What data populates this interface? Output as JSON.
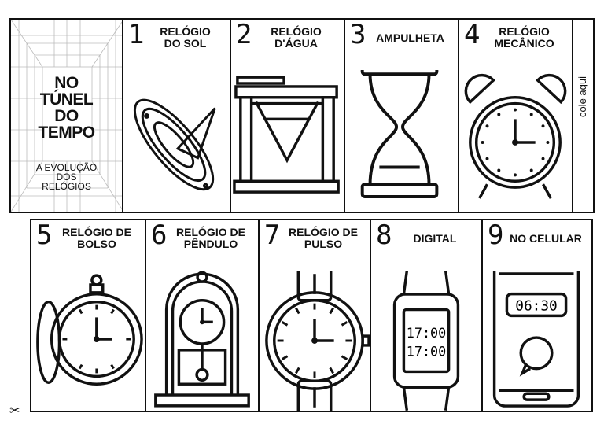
{
  "cover": {
    "title_lines": [
      "NO",
      "TÚNEL",
      "DO",
      "TEMPO"
    ],
    "subtitle_lines": [
      "A EVOLUÇÃO",
      "DOS",
      "RELÓGIOS"
    ]
  },
  "glue_label": "cole aqui",
  "scissors_icon": "scissors-icon",
  "row1": [
    {
      "num": "1",
      "label_lines": [
        "RELÓGIO",
        "DO SOL"
      ],
      "icon": "sundial-icon"
    },
    {
      "num": "2",
      "label_lines": [
        "RELÓGIO",
        "D'ÁGUA"
      ],
      "icon": "water-clock-icon"
    },
    {
      "num": "3",
      "label_lines": [
        "AMPULHETA",
        ""
      ],
      "icon": "hourglass-icon"
    },
    {
      "num": "4",
      "label_lines": [
        "RELÓGIO",
        "MECÂNICO"
      ],
      "icon": "alarm-clock-icon"
    }
  ],
  "row2": [
    {
      "num": "5",
      "label_lines": [
        "RELÓGIO DE",
        "BOLSO"
      ],
      "icon": "pocket-watch-icon"
    },
    {
      "num": "6",
      "label_lines": [
        "RELÓGIO DE",
        "PÊNDULO"
      ],
      "icon": "pendulum-clock-icon"
    },
    {
      "num": "7",
      "label_lines": [
        "RELÓGIO DE",
        "PULSO"
      ],
      "icon": "wristwatch-icon"
    },
    {
      "num": "8",
      "label_lines": [
        "DIGITAL",
        ""
      ],
      "icon": "digital-watch-icon",
      "display": [
        "17:00",
        "17:00"
      ]
    },
    {
      "num": "9",
      "label_lines": [
        "NO CELULAR",
        ""
      ],
      "icon": "smartphone-icon",
      "display": [
        "06:30"
      ]
    }
  ]
}
